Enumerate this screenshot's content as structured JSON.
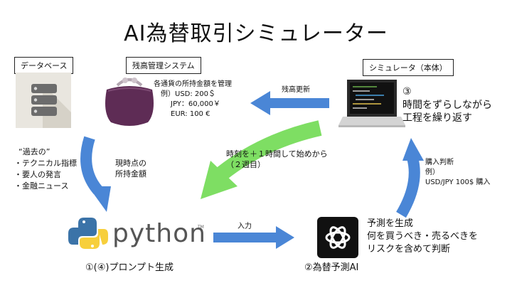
{
  "title": "AI為替取引シミュレーター",
  "boxes": {
    "database": "データベース",
    "balance_system": "残高管理システム",
    "simulator": "シミュレータ（本体）"
  },
  "balance_info": {
    "heading": "各通貨の所持金額を管理",
    "line1": "例）USD: 200＄",
    "line2": "JPY：60,000￥",
    "line3": "EUR: 100 €"
  },
  "arrows": {
    "balance_update": "残高更新",
    "current_balance_line1": "現時点の",
    "current_balance_line2": "所持金額",
    "time_advance_line1": "時刻を＋１時間して始めから",
    "time_advance_line2": "（２週目）",
    "input": "入力",
    "purchase_line1": "購入判断",
    "purchase_line2": "例）",
    "purchase_line3": "USD/JPY 100$ 購入"
  },
  "past_data": {
    "heading": "“過去の”",
    "item1": "・テクニカル指標",
    "item2": "・要人の発言",
    "item3": "・金融ニュース"
  },
  "step3": {
    "number": "③",
    "line1": "時間をずらしながら",
    "line2": "工程を繰り返す"
  },
  "python": {
    "wordmark": "python",
    "tm": "TM",
    "caption": "①(④)プロンプト生成"
  },
  "ai": {
    "caption": "②為替予測AI",
    "line1": "予測を生成",
    "line2": "何を買うべき・売るべきを",
    "line3": "リスクを含めて判断"
  },
  "colors": {
    "blue_arrow": "#4a86d6",
    "green_arrow": "#7ede63",
    "purse": "#5e2c55",
    "python_blue": "#3b73a8",
    "python_yellow": "#f7cf3c"
  }
}
